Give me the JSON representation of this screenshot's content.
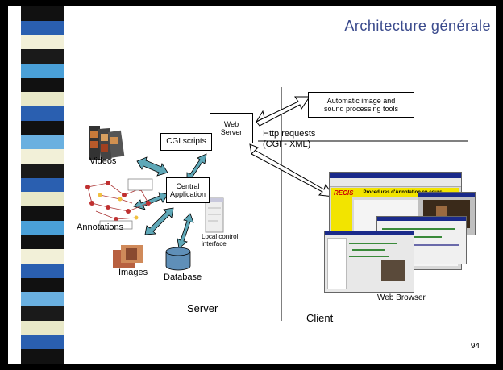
{
  "title": "Architecture générale",
  "nodes": {
    "web_server": "Web\nServer",
    "cgi_scripts": "CGI scripts",
    "central_app": "Central\nApplication",
    "auto_tools": "Automatic image and\nsound processing tools",
    "videos": "Videos",
    "annotations": "Annotations",
    "images": "Images",
    "database": "Database",
    "local_control": "Local control\ninterface",
    "web_browser": "Web Browser"
  },
  "http_label_line1": "Http  requests",
  "http_label_line2": "(CGI - XML)",
  "sections": {
    "server": "Server",
    "client": "Client"
  },
  "browser_screens": {
    "brand": "RECIS",
    "header": "Procedures d'Annotation en cours"
  },
  "page_number": "94",
  "colors": {
    "title": "#3a4a8c",
    "arrow_fill": "#5fa8b8",
    "browser_yellow": "#f2e400"
  }
}
